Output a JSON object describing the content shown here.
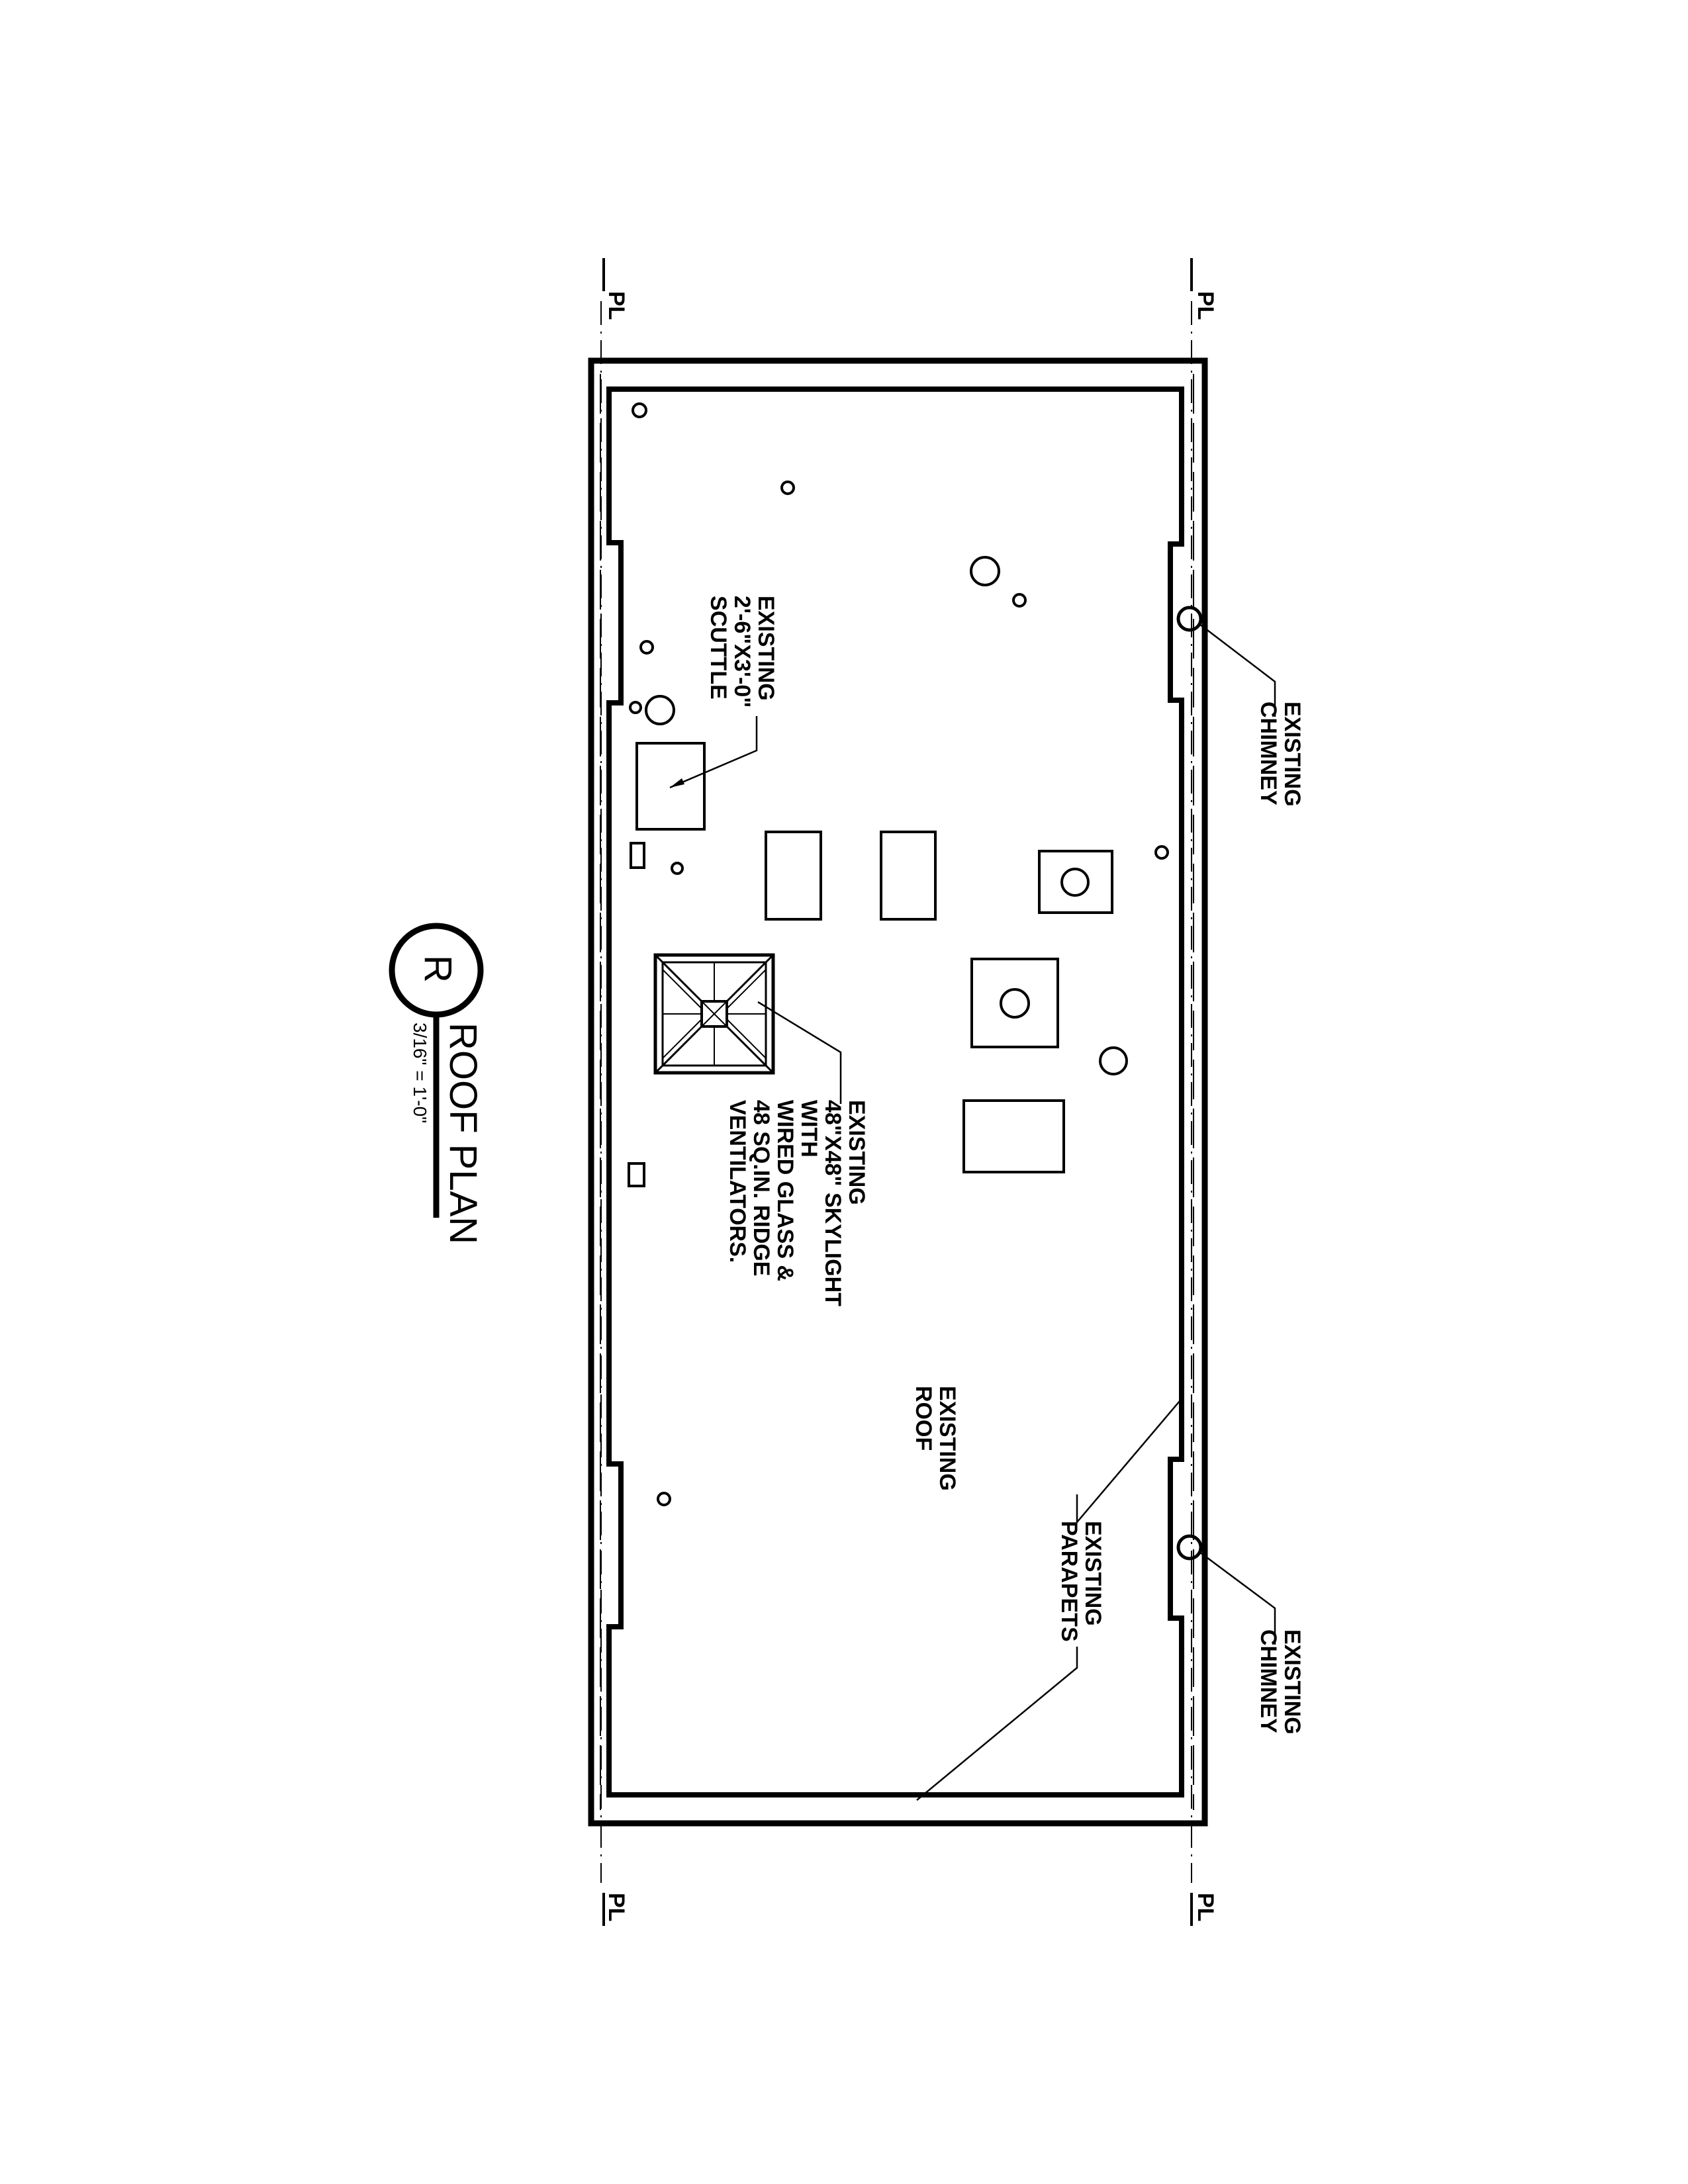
{
  "drawing": {
    "title": "ROOF PLAN",
    "scale": "3/16\" = 1'-0\"",
    "view_tag": "R"
  },
  "property_line": {
    "label": "PL"
  },
  "labels": {
    "scuttle": [
      "EXISTING",
      "2'-6\"X3'-0\"",
      "SCUTTLE"
    ],
    "skylight": [
      "EXISTING",
      "48\"X48\" SKYLIGHT",
      "WITH",
      "WIRED GLASS &",
      "48 SQ.IN. RIDGE",
      "VENTILATORS."
    ],
    "roof": [
      "EXISTING",
      "ROOF"
    ],
    "parapets": [
      "EXISTING",
      "PARAPETS"
    ],
    "chimney": [
      "EXISTING",
      "CHIMNEY"
    ]
  },
  "colors": {
    "ink": "#000000",
    "paper": "#ffffff"
  }
}
